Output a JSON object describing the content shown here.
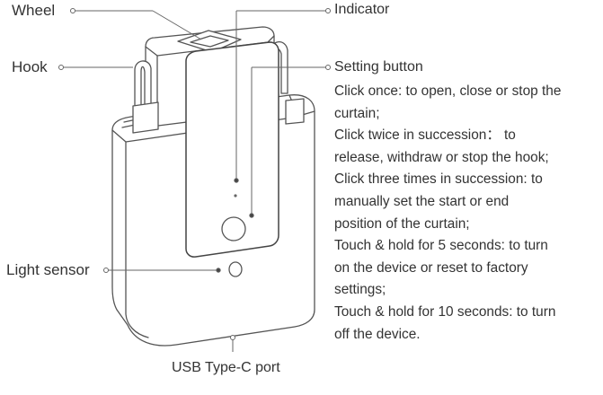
{
  "labels": {
    "wheel": "Wheel",
    "hook": "Hook",
    "light_sensor": "Light sensor",
    "indicator": "Indicator",
    "setting_button": "Setting button",
    "usb_port": "USB Type-C port"
  },
  "setting_button_description": [
    "Click once: to open, close or stop the",
    "curtain;",
    "Click twice in succession： to",
    "release, withdraw or stop the hook;",
    "Click three times in succession: to",
    "manually set the start or end",
    "position of the curtain;",
    "Touch & hold for 5 seconds: to turn",
    "on the device or reset to factory",
    "settings;",
    "Touch & hold for 10 seconds: to turn",
    "off the device."
  ]
}
